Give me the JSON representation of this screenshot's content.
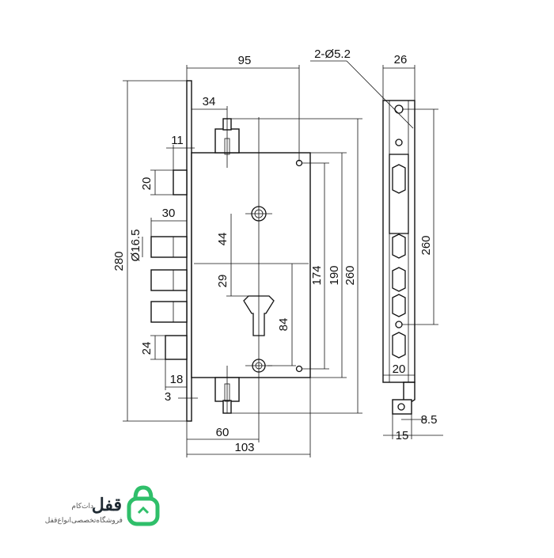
{
  "drawing": {
    "dims": {
      "width_95": "95",
      "width_34": "34",
      "width_11": "11",
      "height_20": "20",
      "width_30": "30",
      "dia_16_5": "Ø16.5",
      "height_280": "280",
      "height_44": "44",
      "height_29": "29",
      "height_84": "84",
      "height_174": "174",
      "height_190": "190",
      "height_260": "260",
      "height_24": "24",
      "width_18": "18",
      "width_3": "3",
      "width_60": "60",
      "width_103": "103",
      "holes_2_d5_2": "2-Ø5.2",
      "width_26": "26",
      "faceplate_260": "260",
      "width_20": "20",
      "width_8_5": "8.5",
      "width_15": "15"
    }
  },
  "brand": {
    "name": "قفل",
    "domain": "دات‌کام",
    "tagline": "فروشگاه‌تخصصی‌انواع‌قفل",
    "color": "#2fbf6a"
  }
}
